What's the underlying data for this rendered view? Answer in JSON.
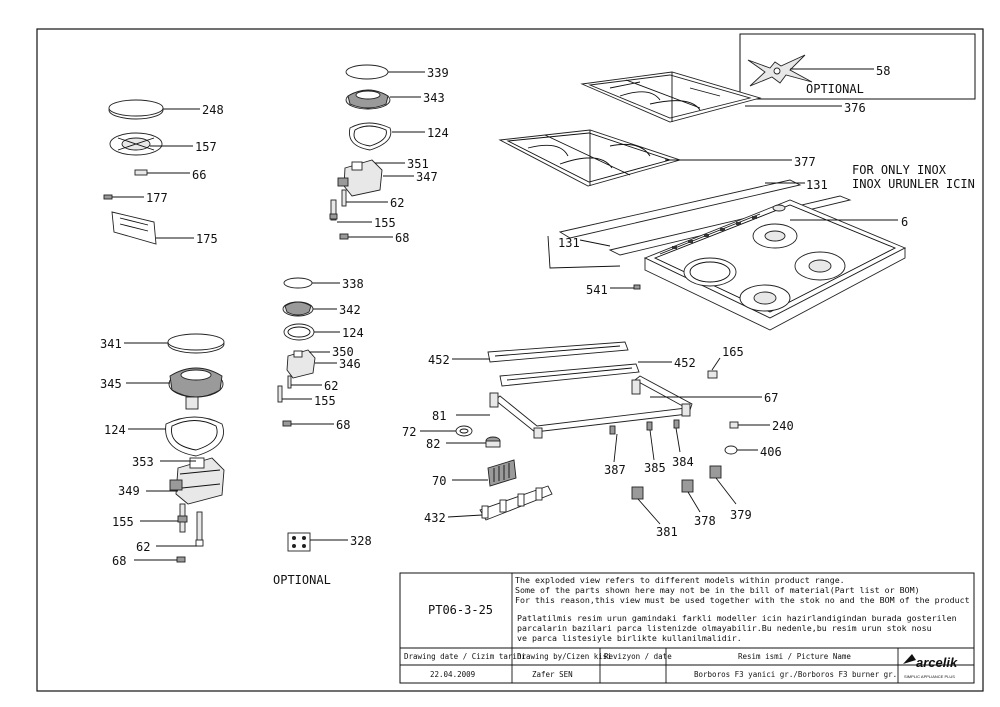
{
  "part_labels": {
    "p58": "58",
    "p376": "376",
    "p377": "377",
    "p131a": "131",
    "p131b": "131",
    "p6": "6",
    "p541": "541",
    "p339": "339",
    "p343": "343",
    "p124a": "124",
    "p351": "351",
    "p347": "347",
    "p62a": "62",
    "p155a": "155",
    "p68a": "68",
    "p248": "248",
    "p157": "157",
    "p66": "66",
    "p177": "177",
    "p175": "175",
    "p338": "338",
    "p342": "342",
    "p124b": "124",
    "p350": "350",
    "p346": "346",
    "p62b": "62",
    "p155b": "155",
    "p68b": "68",
    "p341": "341",
    "p345": "345",
    "p124c": "124",
    "p353": "353",
    "p349": "349",
    "p155c": "155",
    "p62c": "62",
    "p68c": "68",
    "p328": "328",
    "p452a": "452",
    "p452b": "452",
    "p165": "165",
    "p67": "67",
    "p81": "81",
    "p72": "72",
    "p82": "82",
    "p240": "240",
    "p406": "406",
    "p387": "387",
    "p385": "385",
    "p384": "384",
    "p70": "70",
    "p432": "432",
    "p381": "381",
    "p378": "378",
    "p379": "379"
  },
  "optional_top": "OPTIONAL",
  "optional_bottom": "OPTIONAL",
  "inox_note": {
    "line1": "FOR ONLY INOX",
    "line2": "INOX URUNLER ICIN"
  },
  "title_block": {
    "drawing_code": "PT06-3-25",
    "note_en": [
      "The exploded view refers to different models within product range.",
      "Some of the parts shown here may not be in the bill of material(Part list or BOM)",
      "For this reason,this view must be used together with the stok no and the BOM of the product"
    ],
    "note_tr": [
      "Patlatilmis resim urun gamindaki farkli modeller icin hazirlandigindan burada gosterilen",
      "parcalarin bazilari parca listenizde olmayabilir.Bu nedenle,bu resim urun stok nosu",
      "ve parca listesiyle birlikte kullanilmalidir."
    ],
    "header_date": "Drawing date / Cizim tarihi",
    "header_by": "Drawing by/Cizen kisi",
    "header_rev": "Revizyon / date",
    "header_name": "Resim ismi / Picture Name",
    "date": "22.04.2009",
    "by": "Zafer SEN",
    "picture_name": "Borboros F3 yanici gr./Borboros F3  burner gr.",
    "brand": "arcelik",
    "brand_tagline": "SIMPLIC APPLIANCE PLUS"
  }
}
